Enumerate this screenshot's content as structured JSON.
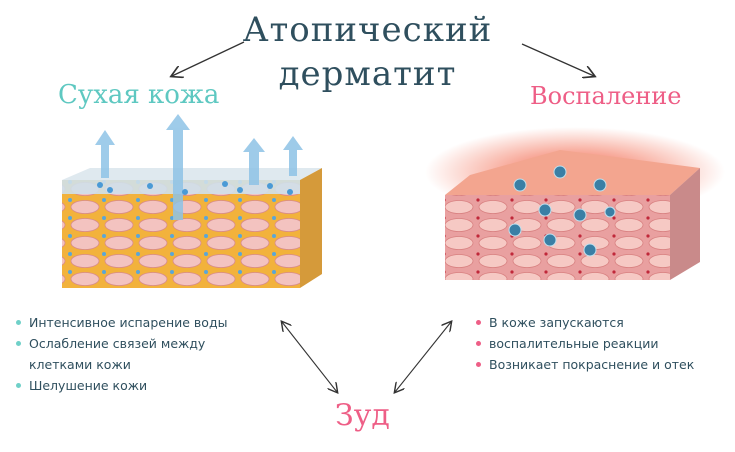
{
  "title": {
    "line1": "Атопический",
    "line2": "дерматит"
  },
  "dry_skin": {
    "label": "Сухая кожа",
    "color": "#5ec8c1",
    "bullets": [
      "Интенсивное испарение воды",
      "Ослабление связей между клетками кожи",
      "Шелушение кожи"
    ]
  },
  "inflammation": {
    "label": "Воспаление",
    "color": "#ee5e86",
    "bullets": [
      "В коже запускаются",
      "воспалительные реакции",
      "Возникает покраснение и отек"
    ]
  },
  "itch": {
    "label": "Зуд",
    "color": "#ee5e86"
  },
  "title_color": "#2f4f5e"
}
